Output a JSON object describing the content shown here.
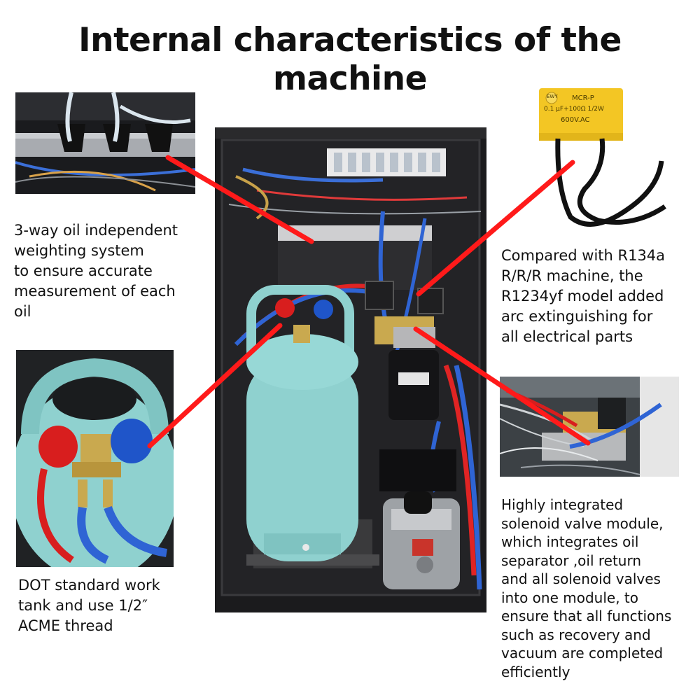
{
  "title": "Internal characteristics of the machine",
  "captions": {
    "weighting": [
      "3-way oil independent",
      "weighting system",
      "to ensure accurate",
      "measurement of each",
      "oil"
    ],
    "tank": [
      "DOT standard work",
      "tank and use 1/2″",
      "ACME thread"
    ],
    "arc": [
      "Compared with R134a",
      "R/R/R machine, the",
      "R1234yf model added",
      "arc extinguishing for",
      "all electrical parts"
    ],
    "solenoid": [
      "Highly integrated",
      "solenoid valve module,",
      "which integrates oil",
      "separator ,oil return",
      "and all solenoid valves",
      "into one module, to",
      "ensure that all functions",
      "such as recovery and",
      "vacuum are completed",
      "efficiently"
    ]
  },
  "capacitor_label": {
    "brand": "EWY",
    "model": "MCR-P",
    "spec": "0.1 μF+100Ω 1/2W",
    "voltage": "600V.AC"
  },
  "colors": {
    "pointer": "#ff1a1a",
    "tank": "#8fd1cf",
    "cabinet": "#1b1b1d",
    "capacitor": "#f3c624",
    "valve_red": "#d81e1e",
    "valve_blue": "#1f55c9"
  }
}
